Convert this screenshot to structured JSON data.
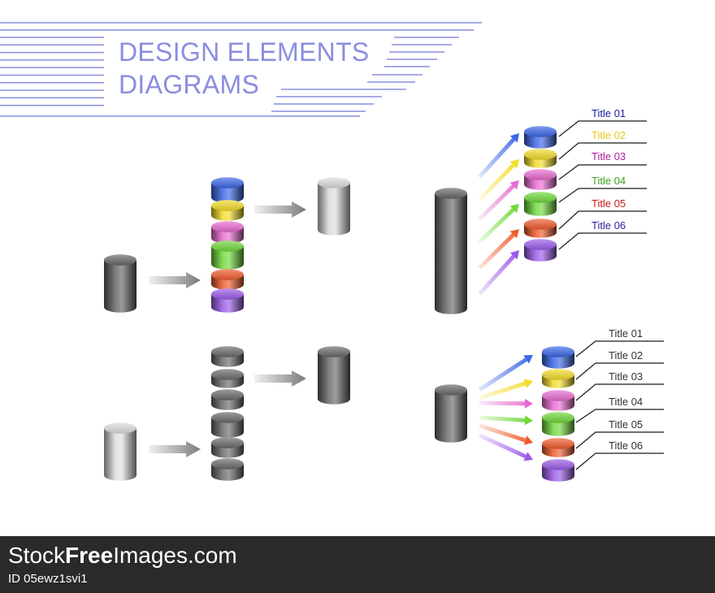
{
  "header": {
    "title_line_1": "DESIGN ELEMENTS",
    "title_line_2": "DIAGRAMS",
    "accent_color": "#8a8ee0"
  },
  "colors": {
    "blue": "#3a66e8",
    "yellow": "#f2dc28",
    "pink": "#e86bd0",
    "green": "#6fd83a",
    "red": "#f05a2a",
    "purple": "#9a5ae8"
  },
  "upper_right_labels": [
    {
      "text": "Title 01",
      "color": "#1a1aa0"
    },
    {
      "text": "Title 02",
      "color": "#e8c81a"
    },
    {
      "text": "Title 03",
      "color": "#b0209a"
    },
    {
      "text": "Title 04",
      "color": "#3aa01a"
    },
    {
      "text": "Title 05",
      "color": "#c81a1a"
    },
    {
      "text": "Title 06",
      "color": "#3a1aa0"
    }
  ],
  "lower_right_labels": [
    {
      "text": "Title 01",
      "color": "#333333"
    },
    {
      "text": "Title 02",
      "color": "#333333"
    },
    {
      "text": "Title 03",
      "color": "#333333"
    },
    {
      "text": "Title 04",
      "color": "#333333"
    },
    {
      "text": "Title 05",
      "color": "#333333"
    },
    {
      "text": "Title 06",
      "color": "#333333"
    }
  ],
  "footer": {
    "brand_part_1": "Stock",
    "brand_part_2": "Free",
    "brand_part_3": "Images.com",
    "image_id": "ID 05ewz1svi1"
  }
}
